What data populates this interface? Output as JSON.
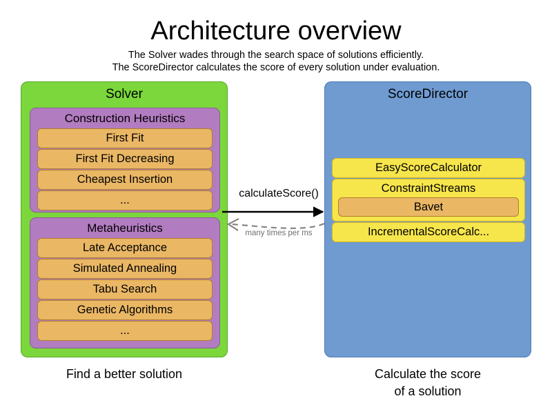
{
  "header": {
    "title": "Architecture overview",
    "subtitles": [
      "The Solver wades through the search space of solutions efficiently.",
      "The ScoreDirector calculates the score of every solution under evaluation."
    ]
  },
  "colors": {
    "solver_panel": "#7bd73b",
    "scoredirector_panel": "#6f9bd1",
    "group": "#b27cc0",
    "item_orange": "#eab765",
    "item_yellow": "#f7e64b",
    "arrow_solid": "#000000",
    "arrow_dashed": "#808080"
  },
  "solver": {
    "title": "Solver",
    "groups": [
      {
        "title": "Construction Heuristics",
        "items": [
          "First Fit",
          "First Fit Decreasing",
          "Cheapest Insertion",
          "..."
        ]
      },
      {
        "title": "Metaheuristics",
        "items": [
          "Late Acceptance",
          "Simulated Annealing",
          "Tabu Search",
          "Genetic Algorithms",
          "..."
        ]
      }
    ],
    "caption": "Find a better solution"
  },
  "score_director": {
    "title": "ScoreDirector",
    "items": [
      {
        "label": "EasyScoreCalculator",
        "child": null
      },
      {
        "label": "ConstraintStreams",
        "child": "Bavet"
      },
      {
        "label": "IncrementalScoreCalc...",
        "child": null
      }
    ],
    "caption_lines": [
      "Calculate the score",
      "of a solution"
    ]
  },
  "arrows": {
    "forward_label": "calculateScore()",
    "back_label": "many times per ms"
  }
}
